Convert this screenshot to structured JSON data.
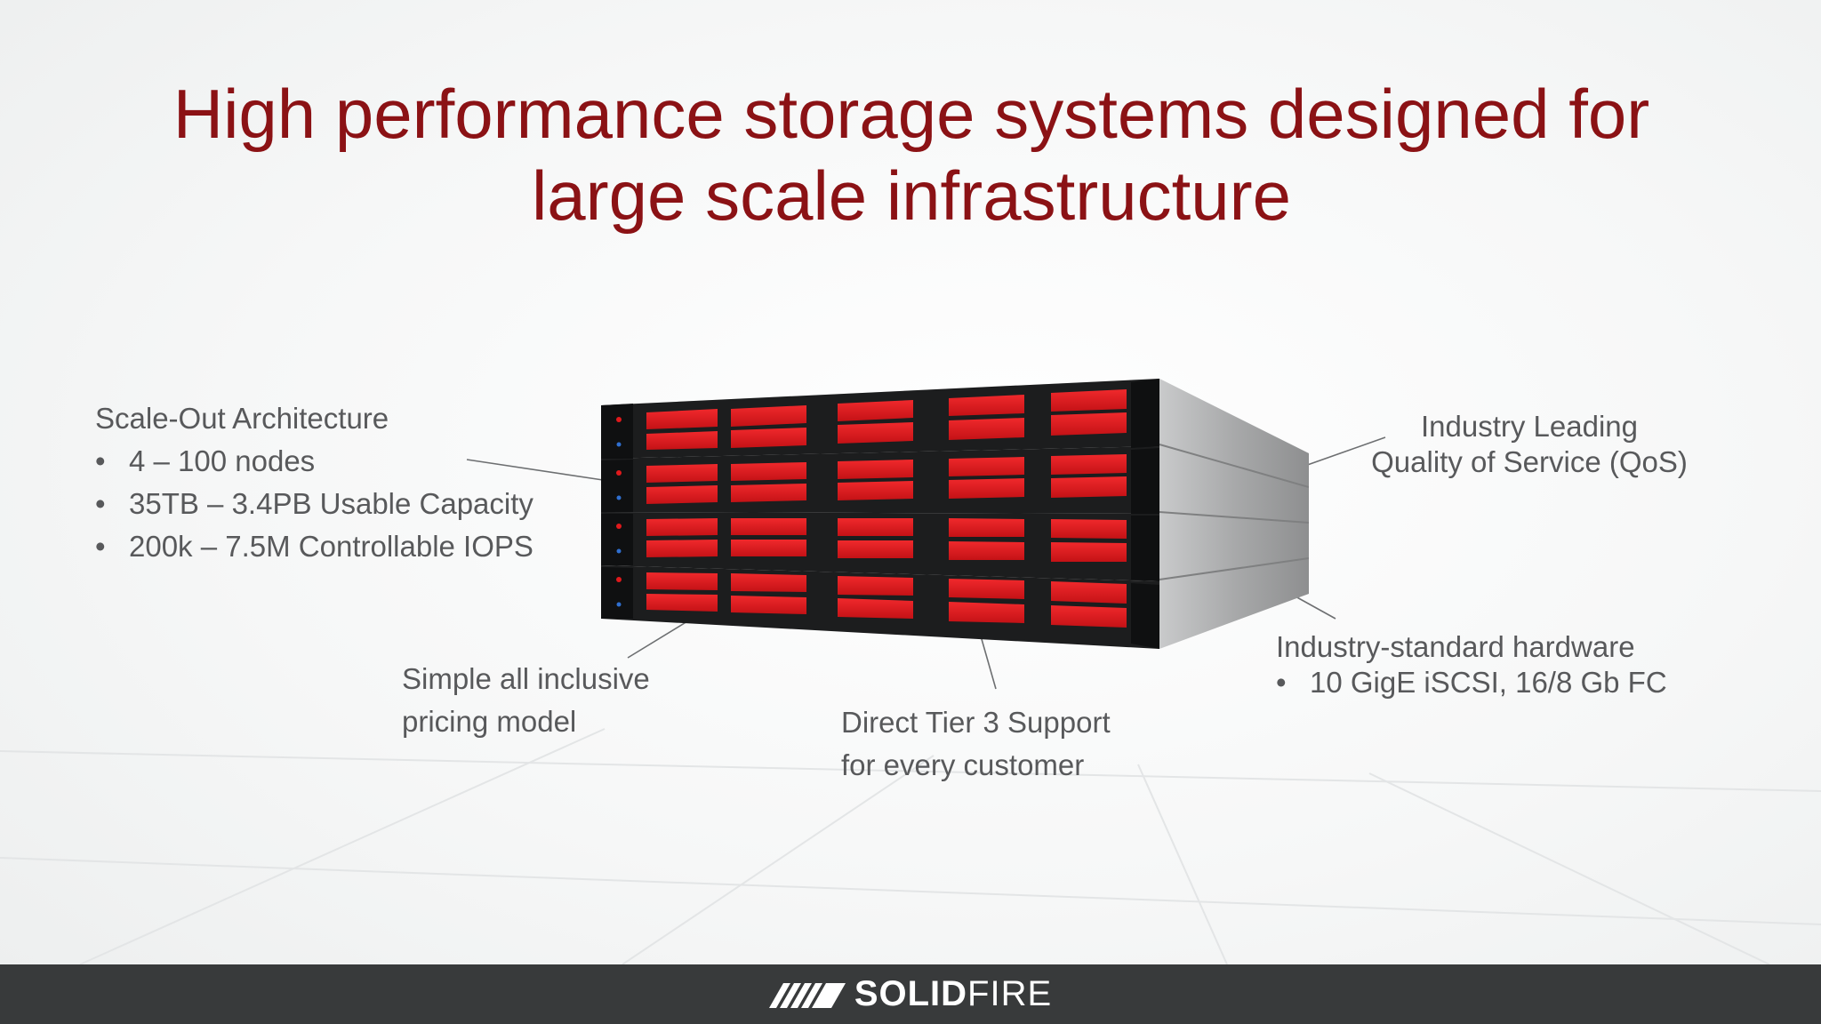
{
  "title": {
    "line1": "High performance storage systems designed for",
    "line2": "large scale infrastructure"
  },
  "scale_out": {
    "heading": "Scale-Out Architecture",
    "bullet": "•",
    "items": [
      "4 – 100  nodes",
      "35TB – 3.4PB Usable Capacity",
      "200k – 7.5M Controllable IOPS"
    ]
  },
  "qos": {
    "line1": "Industry Leading",
    "line2": "Quality of Service (QoS)"
  },
  "hardware": {
    "heading": "Industry-standard hardware",
    "bullet": "•",
    "item": "10 GigE iSCSI, 16/8 Gb FC"
  },
  "pricing": {
    "line1": "Simple all inclusive",
    "line2": "pricing model"
  },
  "support": {
    "line1": "Direct Tier 3 Support",
    "line2": "for every customer"
  },
  "footer": {
    "brand_bold": "SOLID",
    "brand_regular": "FIRE",
    "logo_icon": "solidfire-logo-icon"
  },
  "colors": {
    "title": "#8b1215",
    "text": "#58595b",
    "footer_bg": "#383a3b",
    "drive_red": "#e0191c"
  }
}
